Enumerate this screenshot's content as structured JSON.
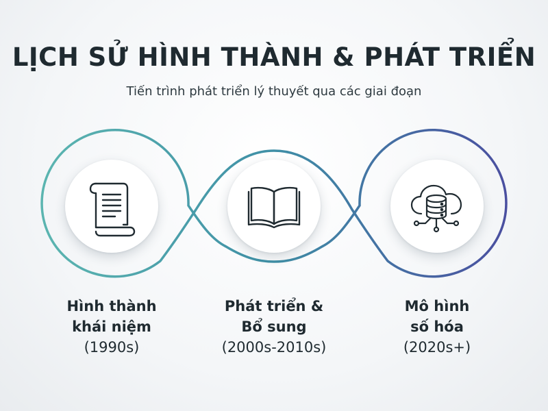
{
  "header": {
    "title": "LỊCH SỬ HÌNH THÀNH & PHÁT TRIỂN",
    "subtitle": "Tiến trình phát triển lý thuyết qua các giai đoạn"
  },
  "colors": {
    "curve_start": "#5bb5b0",
    "curve_mid": "#3f8fa6",
    "curve_end": "#4a4fa0"
  },
  "stages": [
    {
      "icon": "scroll-document-icon",
      "name_line1": "Hình thành",
      "name_line2": "khái niệm",
      "period": "(1990s)"
    },
    {
      "icon": "open-book-icon",
      "name_line1": "Phát triển &",
      "name_line2": "Bổ sung",
      "period": "(2000s-2010s)"
    },
    {
      "icon": "cloud-database-icon",
      "name_line1": "Mô hình",
      "name_line2": "số hóa",
      "period": "(2020s+)"
    }
  ]
}
